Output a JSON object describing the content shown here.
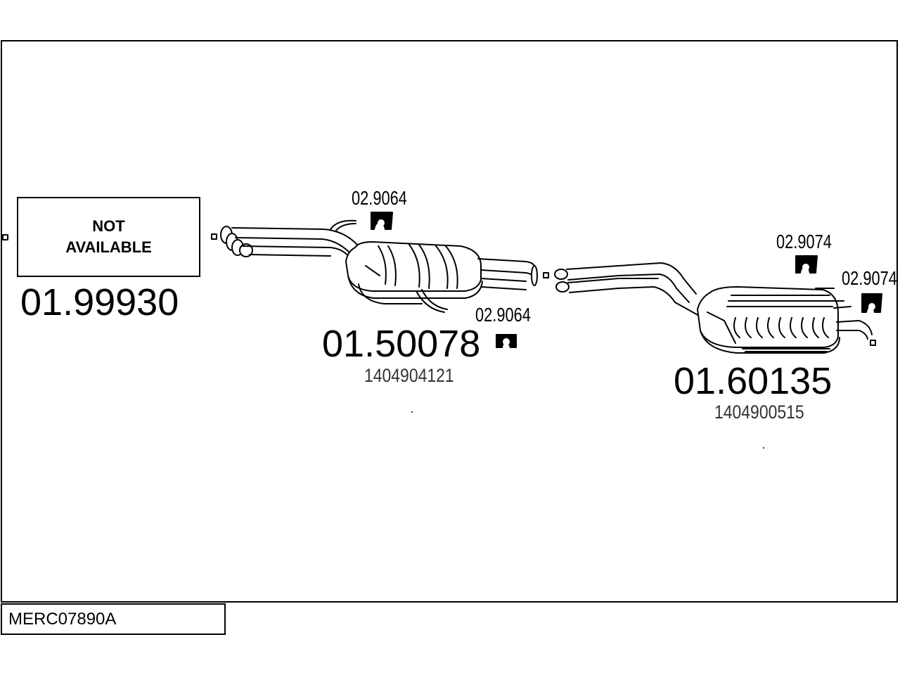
{
  "diagram_code": "MERC07890A",
  "not_available": {
    "line1": "NOT",
    "line2": "AVAILABLE"
  },
  "parts": [
    {
      "part_number": "01.99930",
      "oem_number": ""
    },
    {
      "part_number": "01.50078",
      "oem_number": "1404904121"
    },
    {
      "part_number": "01.60135",
      "oem_number": "1404900515"
    }
  ],
  "brackets": [
    {
      "number": "02.9064"
    },
    {
      "number": "02.9064"
    },
    {
      "number": "02.9074"
    },
    {
      "number": "02.9074"
    }
  ]
}
